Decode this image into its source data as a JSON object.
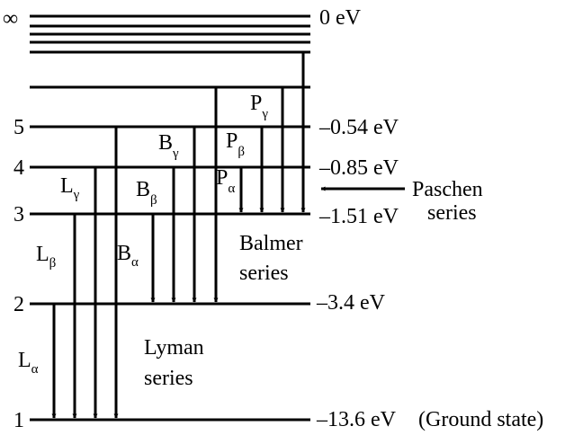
{
  "diagram": {
    "levels": [
      {
        "n": "∞",
        "energy": "0 eV",
        "note": ""
      },
      {
        "n": "5",
        "energy": "–0.54 eV",
        "note": ""
      },
      {
        "n": "4",
        "energy": "–0.85 eV",
        "note": ""
      },
      {
        "n": "3",
        "energy": "–1.51 eV",
        "note": ""
      },
      {
        "n": "2",
        "energy": "–3.4 eV",
        "note": ""
      },
      {
        "n": "1",
        "energy": "–13.6 eV",
        "note": "(Ground state)"
      }
    ],
    "transitions": {
      "lyman": [
        {
          "letter": "L",
          "greek": "α"
        },
        {
          "letter": "L",
          "greek": "β"
        },
        {
          "letter": "L",
          "greek": "γ"
        }
      ],
      "balmer": [
        {
          "letter": "B",
          "greek": "α"
        },
        {
          "letter": "B",
          "greek": "β"
        },
        {
          "letter": "B",
          "greek": "γ"
        }
      ],
      "paschen": [
        {
          "letter": "P",
          "greek": "α"
        },
        {
          "letter": "P",
          "greek": "β"
        },
        {
          "letter": "P",
          "greek": "γ"
        }
      ]
    },
    "series_labels": {
      "lyman": [
        "Lyman",
        "series"
      ],
      "balmer": [
        "Balmer",
        "series"
      ],
      "paschen": [
        "Paschen",
        "series"
      ]
    }
  }
}
